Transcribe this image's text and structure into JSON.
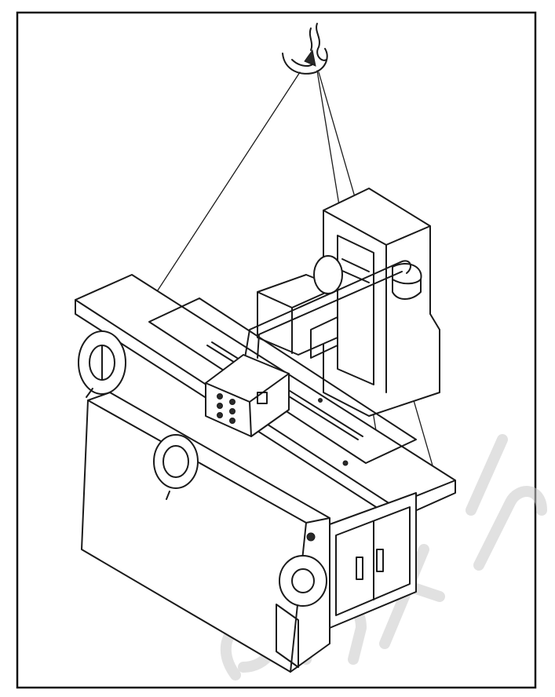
{
  "figure": {
    "subject": "surface-grinding-machine-lifted-by-crane-hook",
    "parts": [
      "crane-hook-icon",
      "lifting-sling",
      "machine-column",
      "work-table",
      "control-box",
      "coolant-pipe",
      "handwheel",
      "machine-base",
      "cabinet-doors"
    ],
    "watermark_text": "ent Inde",
    "colors": {
      "ink": "#1a1a1a",
      "paper": "#ffffff",
      "watermark": "#c9c9c9"
    }
  }
}
